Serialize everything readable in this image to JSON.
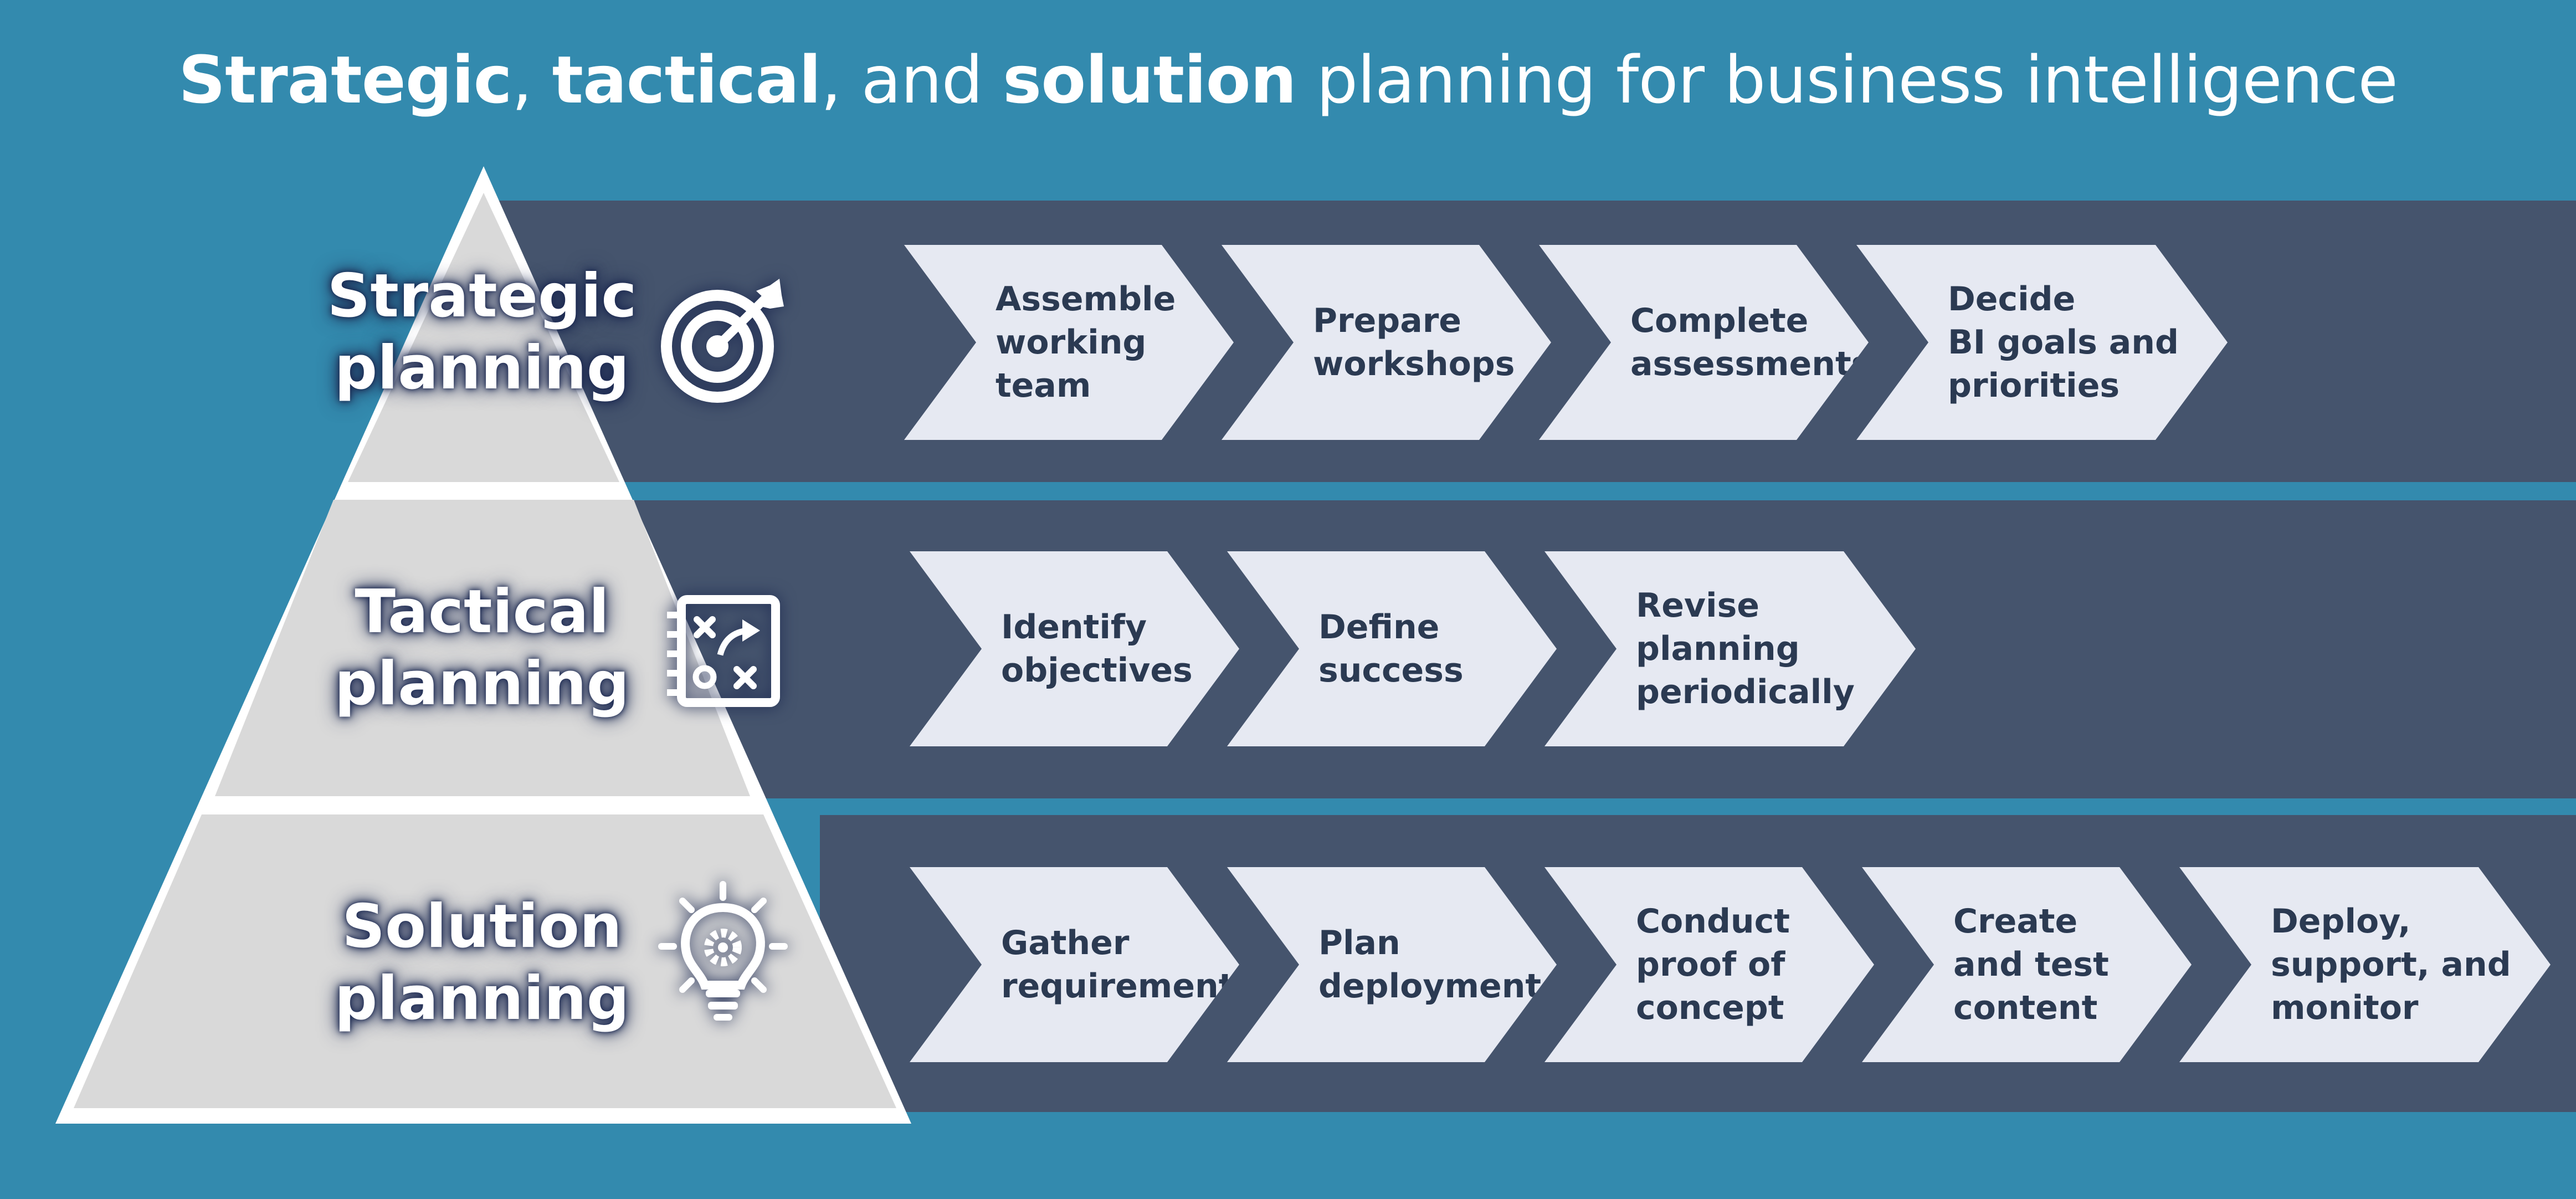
{
  "title": {
    "w1": "Strategic",
    "s1": ", ",
    "w2": "tactical",
    "s2": ", and ",
    "w3": "solution",
    "s3": " planning for business intelligence"
  },
  "tiers": [
    {
      "label": "Strategic\nplanning",
      "icon": "target-icon",
      "steps": [
        "Assemble\nworking team",
        "Prepare\nworkshops",
        "Complete\nassessments",
        "Decide\nBI goals and\npriorities"
      ]
    },
    {
      "label": "Tactical\nplanning",
      "icon": "strategy-board-icon",
      "steps": [
        "Identify\nobjectives",
        "Define\nsuccess",
        "Revise\nplanning\nperiodically"
      ]
    },
    {
      "label": "Solution\nplanning",
      "icon": "lightbulb-gear-icon",
      "steps": [
        "Gather\nrequirements",
        "Plan\ndeployment",
        "Conduct\nproof of\nconcept",
        "Create\nand test\ncontent",
        "Deploy,\nsupport, and\nmonitor"
      ]
    }
  ],
  "colors": {
    "background": "#338aae",
    "band": "#45546d",
    "pyramid_fill": "#d9d9d9",
    "pyramid_stroke": "#ffffff",
    "chevron_fill": "#e6e9f2",
    "chevron_text": "#2b3a52"
  }
}
